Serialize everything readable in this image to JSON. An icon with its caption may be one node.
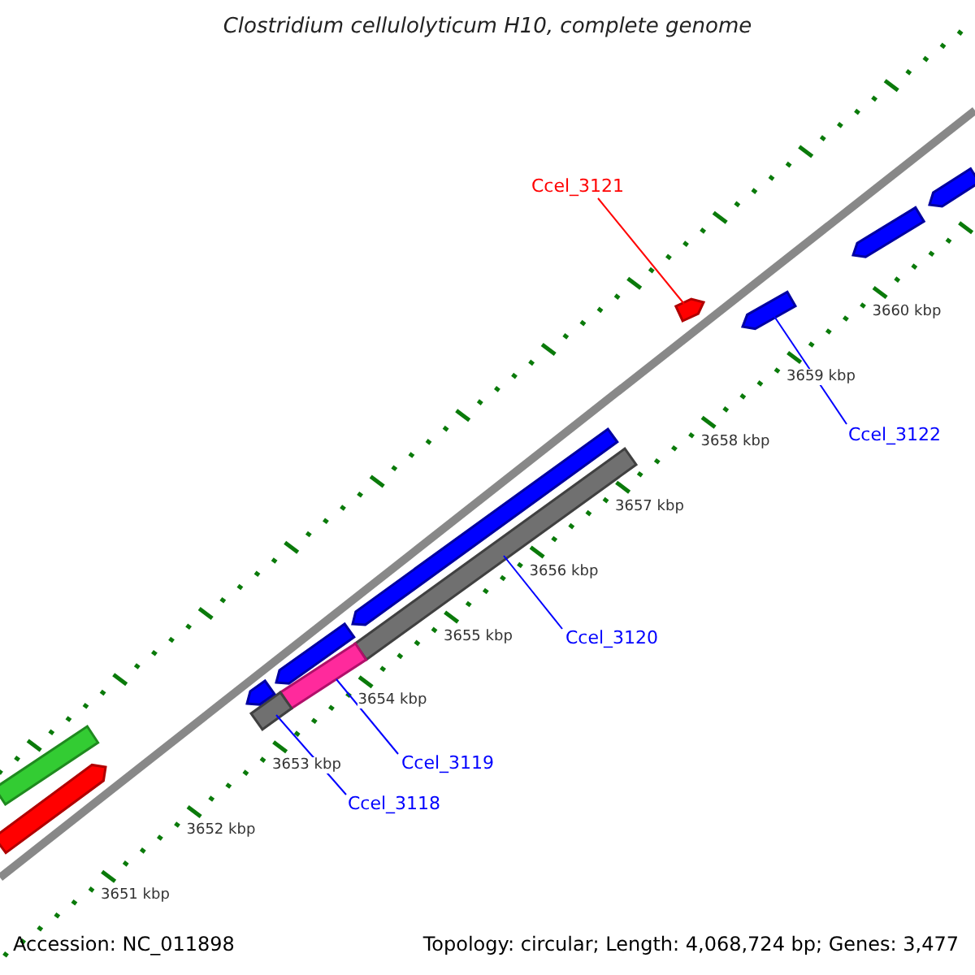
{
  "diagram": {
    "title": "Clostridium cellulolyticum H10, complete genome",
    "nodes": [
      {
        "text": [
          "Ccel_3121"
        ]
      },
      {
        "text": [],
        "shape": "bar"
      },
      {
        "text": [
          "Ccel_3122"
        ]
      },
      {
        "text": [],
        "shape": "bar"
      },
      {
        "text": [
          "Ccel_3120"
        ]
      },
      {
        "text": [],
        "shape": "bar"
      },
      {
        "text": [
          "Ccel_3119"
        ]
      },
      {
        "text": [],
        "shape": "bar"
      },
      {
        "text": [
          "Ccel_3118"
        ]
      },
      {
        "text": [],
        "shape": "bar"
      },
      {
        "text": [],
        "shape": "bar"
      },
      {
        "text": [],
        "shape": "bar"
      },
      {
        "text": [],
        "shape": "bar"
      },
      {
        "text": [],
        "shape": "bar"
      },
      {
        "text": [],
        "shape": "bar"
      },
      {
        "text": [],
        "shape": "bar"
      },
      {
        "text": [],
        "shape": "bar"
      }
    ],
    "edges": [
      {
        "from": 0,
        "to": 1,
        "arrow": "none",
        "color": "#ff0000"
      },
      {
        "from": 2,
        "to": 3,
        "arrow": "none"
      },
      {
        "from": 4,
        "to": 5,
        "arrow": "none"
      },
      {
        "from": 6,
        "to": 7,
        "arrow": "none"
      },
      {
        "from": 8,
        "to": 9,
        "arrow": "none"
      }
    ],
    "labels": [
      "3660 kbp",
      "3659 kbp",
      "3658 kbp",
      "3657 kbp",
      "3656 kbp",
      "3655 kbp",
      "3654 kbp",
      "3653 kbp",
      "3652 kbp",
      "3651 kbp",
      "Accession: NC_011898",
      "Topology: circular; Length: 4,068,724 bp; Genes: 3,477"
    ]
  }
}
